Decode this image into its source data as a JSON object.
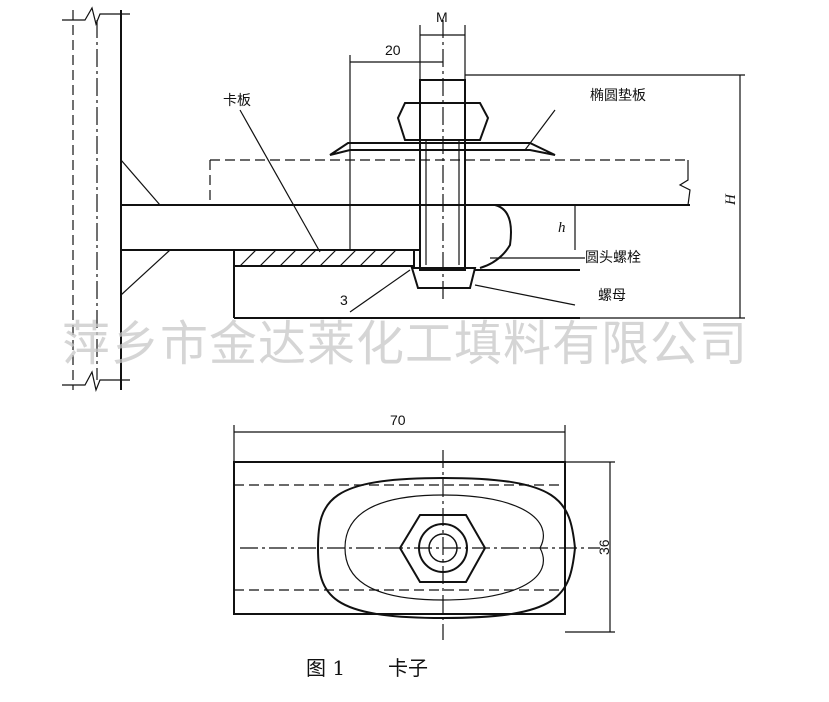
{
  "labels": {
    "thread_size": "M",
    "dim_20": "20",
    "clamp_plate": "卡板",
    "oval_washer": "椭圆垫板",
    "height_H": "H",
    "height_h": "h",
    "round_head_bolt": "圆头螺栓",
    "nut": "螺母",
    "dim_3": "3",
    "dim_70": "70",
    "dim_36": "36"
  },
  "caption": {
    "figure": "图 1",
    "title": "卡子"
  },
  "watermark": "萍乡市金达莱化工填料有限公司"
}
